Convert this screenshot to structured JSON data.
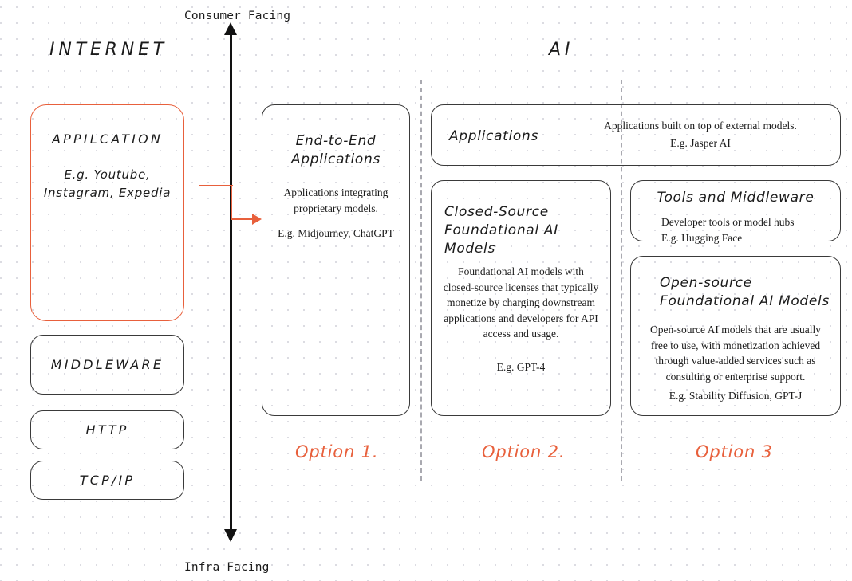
{
  "axis": {
    "top_label": "Consumer Facing",
    "bottom_label": "Infra Facing"
  },
  "sections": {
    "internet": "INTERNET",
    "ai": "AI"
  },
  "internet_stack": [
    {
      "name": "application",
      "title": "APPILCATION",
      "body": "E.g. Youtube,\nInstagram, Expedia",
      "accent_color": "#e8603c"
    },
    {
      "name": "middleware",
      "title": "MIDDLEWARE"
    },
    {
      "name": "http",
      "title": "HTTP"
    },
    {
      "name": "tcpip",
      "title": "TCP/IP"
    }
  ],
  "options": [
    {
      "name": "option-1",
      "label": "Option 1.",
      "cards": [
        {
          "name": "end-to-end-applications",
          "title": "End-to-End\nApplications",
          "body": "Applications integrating\nproprietary models.",
          "example": "E.g. Midjourney, ChatGPT"
        }
      ]
    },
    {
      "name": "option-2",
      "label": "Option 2.",
      "cards": [
        {
          "name": "closed-source-foundational-ai-models",
          "title": "Closed-Source\nFoundational AI Models",
          "body": "Foundational AI models with closed-source licenses that typically monetize by charging downstream applications and developers for API access and usage.",
          "example": "E.g. GPT-4"
        }
      ]
    },
    {
      "name": "option-3",
      "label": "Option 3",
      "cards": [
        {
          "name": "tools-and-middleware",
          "title": "Tools and Middleware",
          "body": "Developer tools or model hubs\nE.g. Hugging Face"
        },
        {
          "name": "open-source-foundational-ai-models",
          "title": "Open-source\nFoundational AI Models",
          "body": "Open-source AI models that are usually free to use, with monetization achieved through value-added services such as consulting or enterprise support.",
          "example": "E.g. Stability Diffusion, GPT-J"
        }
      ]
    }
  ],
  "applications_banner": {
    "name": "applications",
    "title": "Applications",
    "body": "Applications built on top of external models.",
    "example": "E.g. Jasper AI"
  },
  "colors": {
    "accent": "#e8603c",
    "ink": "#1b1b1b",
    "border": "#3a3a3a",
    "divider": "#a9a9b0",
    "grid_dot": "#d9d9e0"
  }
}
